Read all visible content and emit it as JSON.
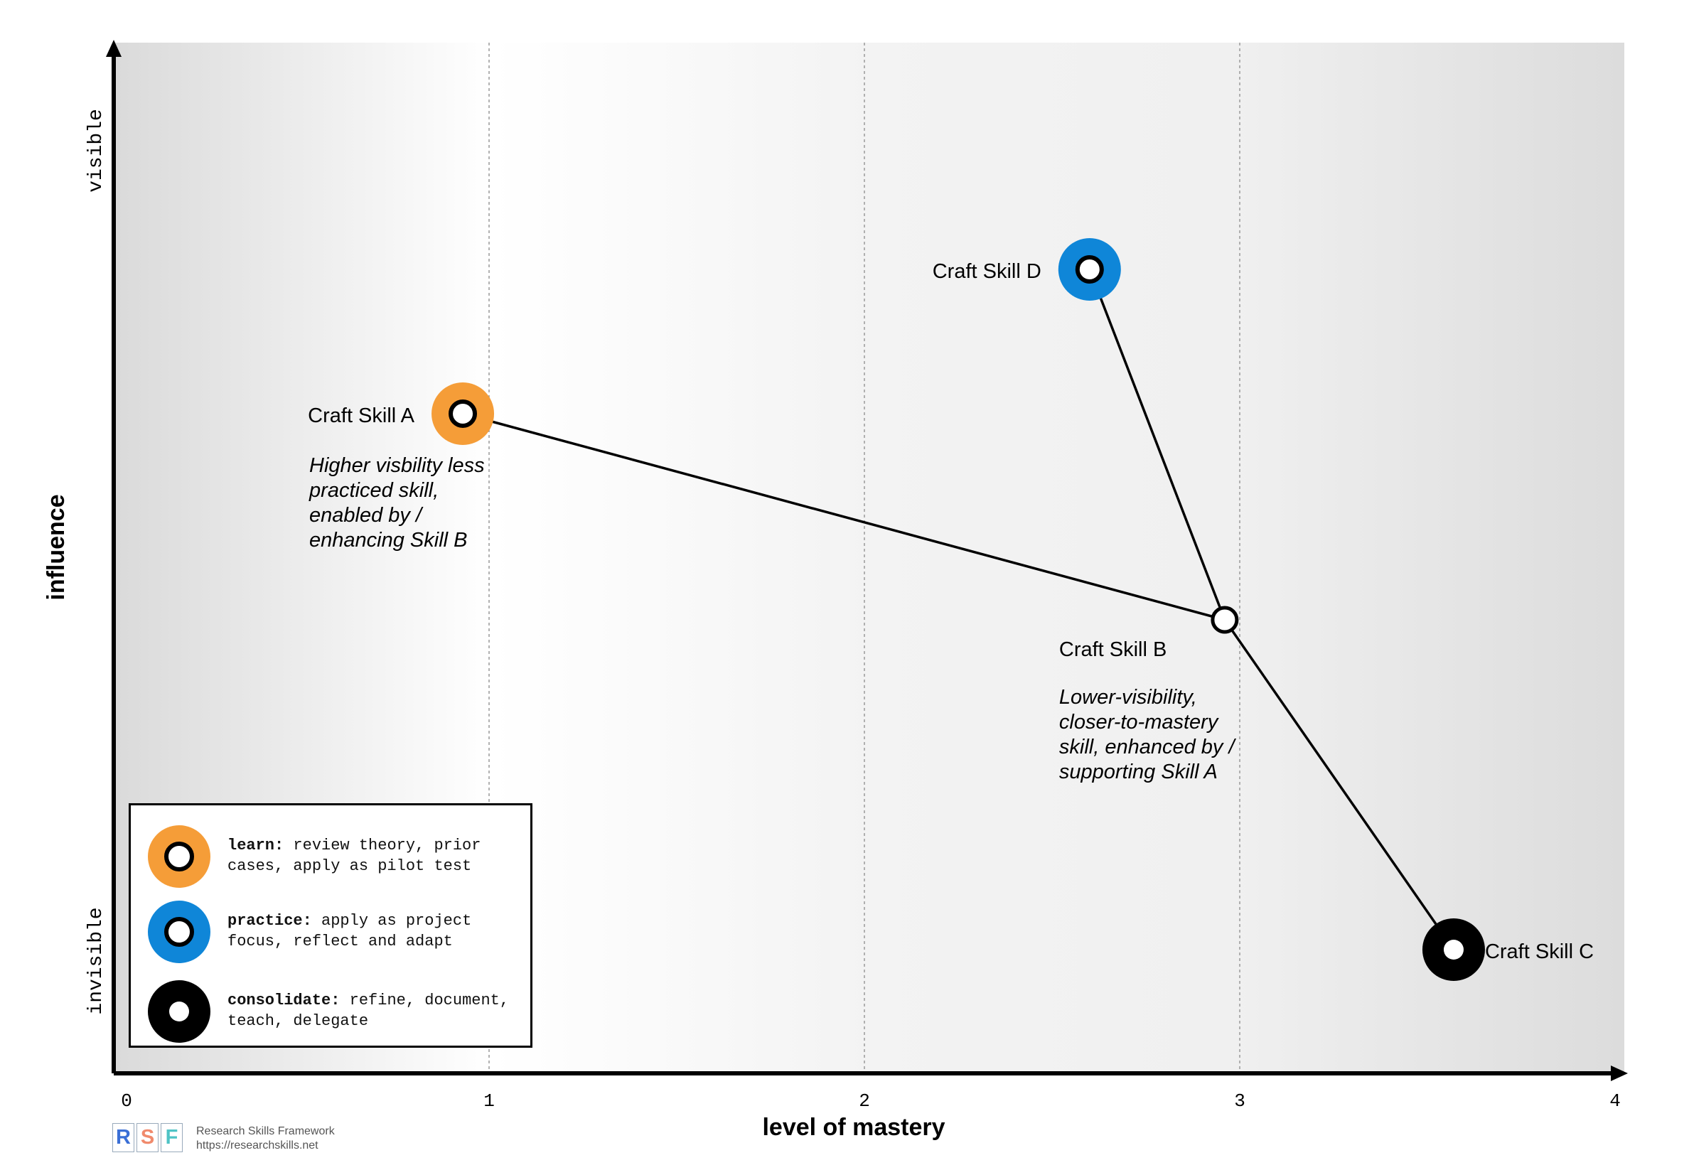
{
  "chart_data": {
    "type": "scatter",
    "xlabel": "level of mastery",
    "ylabel": "influence",
    "xlim": [
      0,
      4
    ],
    "x_ticks": [
      "0",
      "1",
      "2",
      "3",
      "4"
    ],
    "y_axis_end_labels": {
      "low": "invisible",
      "high": "visible"
    },
    "grid": "vertical dashed lines at x = 1, 2, 3",
    "points": [
      {
        "name": "Craft Skill A",
        "x": 0.93,
        "y": 0.64,
        "stage": "learn",
        "note": [
          "Higher visbility less",
          "practiced skill,",
          "enabled by /",
          "enhancing Skill B"
        ]
      },
      {
        "name": "Craft Skill B",
        "x": 2.96,
        "y": 0.44,
        "stage": "none",
        "note": [
          "Lower-visibility,",
          "closer-to-mastery",
          "skill, enhanced by /",
          "supporting Skill A"
        ]
      },
      {
        "name": "Craft Skill C",
        "x": 3.57,
        "y": 0.12,
        "stage": "consolidate",
        "note": []
      },
      {
        "name": "Craft Skill D",
        "x": 2.6,
        "y": 0.78,
        "stage": "practice",
        "note": []
      }
    ],
    "connections": [
      [
        "Craft Skill A",
        "Craft Skill B"
      ],
      [
        "Craft Skill D",
        "Craft Skill B"
      ],
      [
        "Craft Skill B",
        "Craft Skill C"
      ]
    ],
    "colors": {
      "learn": "#f59d38",
      "practice": "#0f86d8",
      "consolidate": "#000000"
    }
  },
  "legend": {
    "placement": "bottom-left",
    "items": [
      {
        "key": "learn:",
        "text": " review theory, prior cases, apply as pilot test",
        "color": "#f59d38",
        "style": "ring"
      },
      {
        "key": "practice:",
        "text": " apply as project focus, reflect and adapt",
        "color": "#0f86d8",
        "style": "ring"
      },
      {
        "key": "consolidate:",
        "text": " refine, document, teach, delegate",
        "color": "#000000",
        "style": "solid"
      }
    ]
  },
  "footer": {
    "logo_letters": [
      "R",
      "S",
      "F"
    ],
    "logo_colors": [
      "#3a6fd6",
      "#f08a6c",
      "#4ec3c5"
    ],
    "name": "Research Skills Framework",
    "url": "https://researchskills.net"
  }
}
